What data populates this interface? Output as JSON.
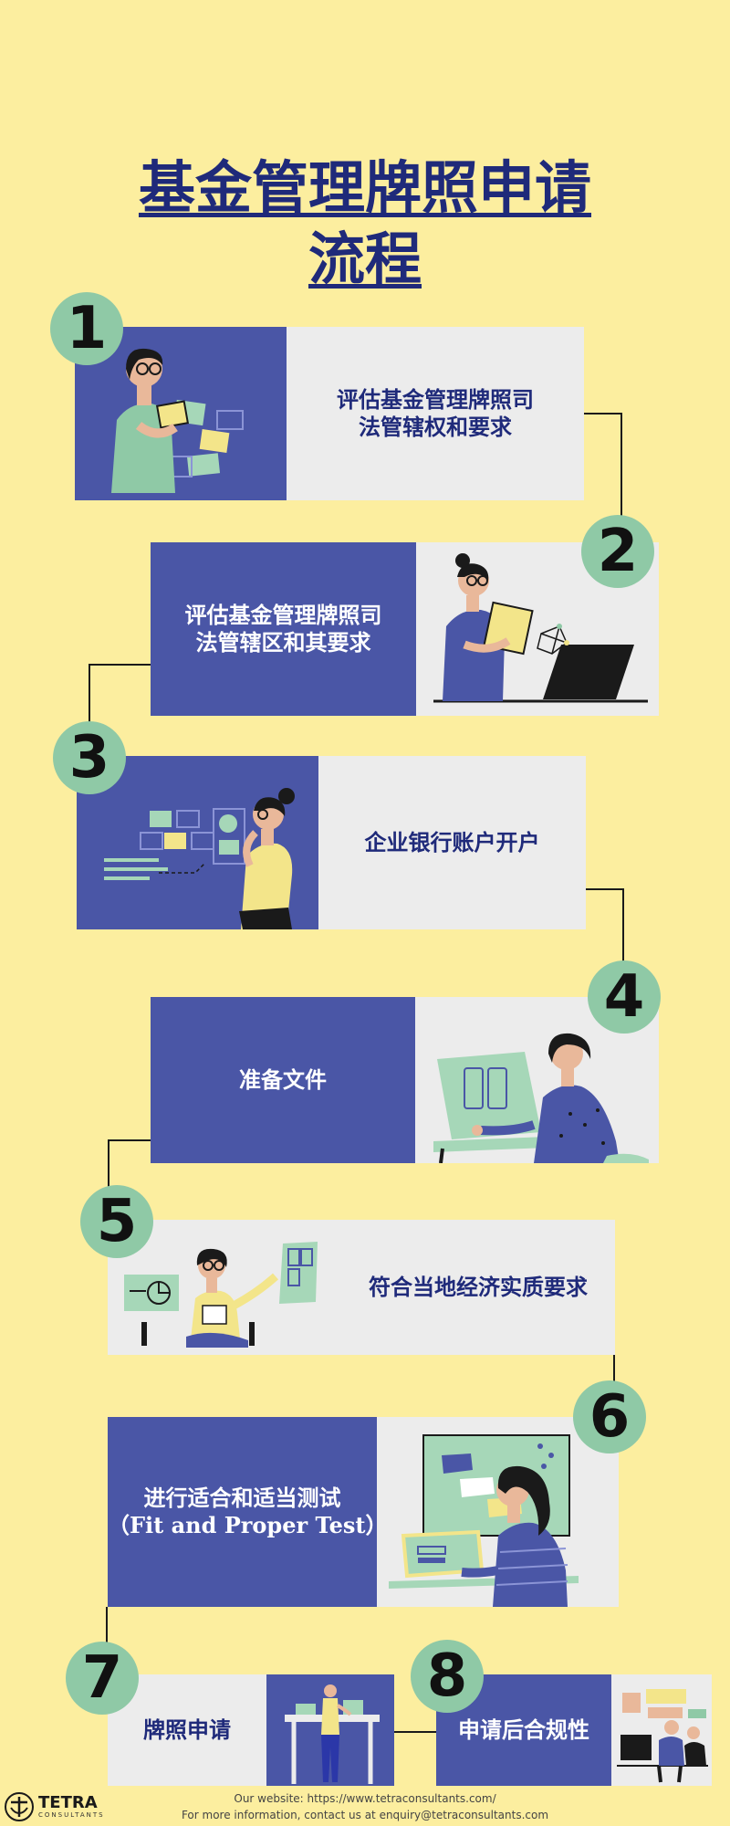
{
  "title": {
    "line1": "基金管理牌照申请",
    "line2": "流程"
  },
  "steps": [
    {
      "number": "1",
      "text": "评估基金管理牌照司\n法管辖权和要求"
    },
    {
      "number": "2",
      "text": "评估基金管理牌照司\n法管辖区和其要求"
    },
    {
      "number": "3",
      "text": "企业银行账户开户"
    },
    {
      "number": "4",
      "text": "准备文件"
    },
    {
      "number": "5",
      "text": "符合当地经济实质要求"
    },
    {
      "number": "6",
      "text": "进行适合和适当测试\n（Fit and Proper Test）"
    },
    {
      "number": "7",
      "text": "牌照申请"
    },
    {
      "number": "8",
      "text": "申请后合规性"
    }
  ],
  "footer": {
    "website": "Our website: https://www.tetraconsultants.com/",
    "contact": "For more information, contact us at enquiry@tetraconsultants.com"
  },
  "logo": {
    "name": "TETRA",
    "sub": "CONSULTANTS"
  },
  "colors": {
    "background": "#fcee9f",
    "blue": "#4a56a6",
    "gray": "#ececec",
    "badge": "#8fc9a6",
    "title": "#1f2a7a"
  }
}
